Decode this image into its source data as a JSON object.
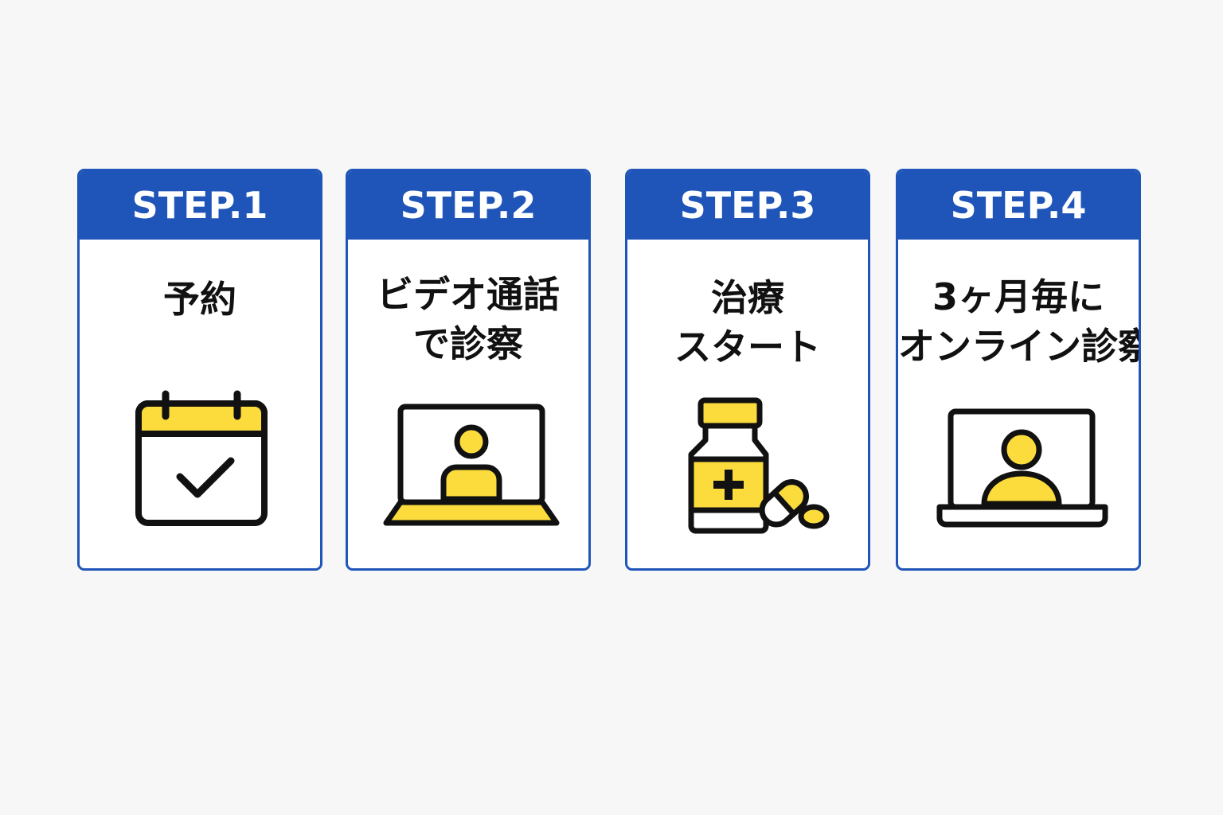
{
  "steps": [
    {
      "label": "STEP.1",
      "title_lines": [
        "予約"
      ],
      "icon": "calendar-check-icon"
    },
    {
      "label": "STEP.2",
      "title_lines": [
        "ビデオ通話",
        "で診察"
      ],
      "icon": "laptop-video-call-icon"
    },
    {
      "label": "STEP.3",
      "title_lines": [
        "治療",
        "スタート"
      ],
      "icon": "medicine-bottle-capsule-icon"
    },
    {
      "label": "STEP.4",
      "title_lines": [
        "3ヶ月毎に",
        "オンライン診察"
      ],
      "icon": "laptop-person-icon"
    }
  ],
  "colors": {
    "primary_blue": "#1f55b8",
    "accent_yellow": "#fcdc3c",
    "outline": "#111111",
    "background": "#f7f7f7"
  }
}
